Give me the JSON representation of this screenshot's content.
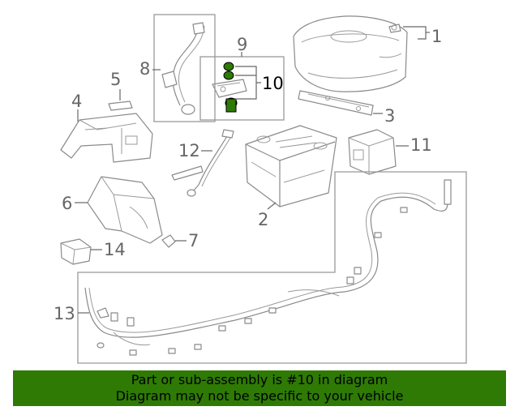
{
  "callouts": {
    "c1": "1",
    "c2": "2",
    "c3": "3",
    "c4": "4",
    "c5": "5",
    "c6": "6",
    "c7": "7",
    "c8": "8",
    "c9": "9",
    "c10": "10",
    "c11": "11",
    "c12": "12",
    "c13": "13",
    "c14": "14"
  },
  "highlight": {
    "part_number": "10",
    "color": "#2e7a05"
  },
  "banner": {
    "line1": "Part or sub-assembly is #10 in diagram",
    "line2": "Diagram may not be specific to your vehicle",
    "background": "#2e7a05"
  }
}
